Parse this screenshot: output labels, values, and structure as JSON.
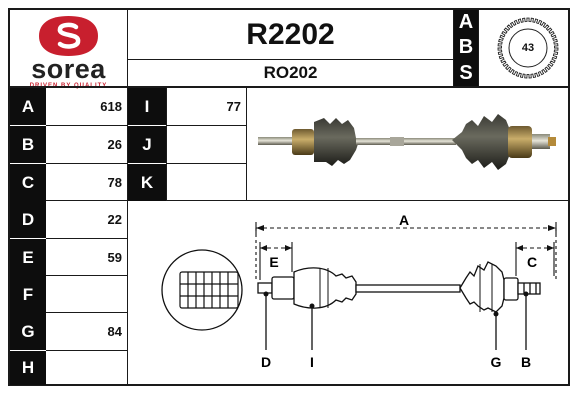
{
  "brand": {
    "name": "sorea",
    "tagline": "DRIVEN BY QUALITY",
    "colors": {
      "primary": "#c81f2e",
      "text": "#222222"
    }
  },
  "header": {
    "part_code": "R2202",
    "oe_reference": "RO202"
  },
  "abs": {
    "letters": [
      "A",
      "B",
      "S"
    ],
    "tooth_count": "43"
  },
  "dimensions_left": [
    {
      "letter": "A",
      "value": "618"
    },
    {
      "letter": "B",
      "value": "26"
    },
    {
      "letter": "C",
      "value": "78"
    },
    {
      "letter": "D",
      "value": "22"
    },
    {
      "letter": "E",
      "value": "59"
    },
    {
      "letter": "F",
      "value": ""
    },
    {
      "letter": "G",
      "value": "84"
    },
    {
      "letter": "H",
      "value": ""
    }
  ],
  "dimensions_right": [
    {
      "letter": "I",
      "value": "77"
    },
    {
      "letter": "J",
      "value": ""
    },
    {
      "letter": "K",
      "value": ""
    }
  ],
  "diagram_labels": {
    "A": "A",
    "E": "E",
    "C": "C",
    "D": "D",
    "I": "I",
    "G": "G",
    "B": "B"
  }
}
